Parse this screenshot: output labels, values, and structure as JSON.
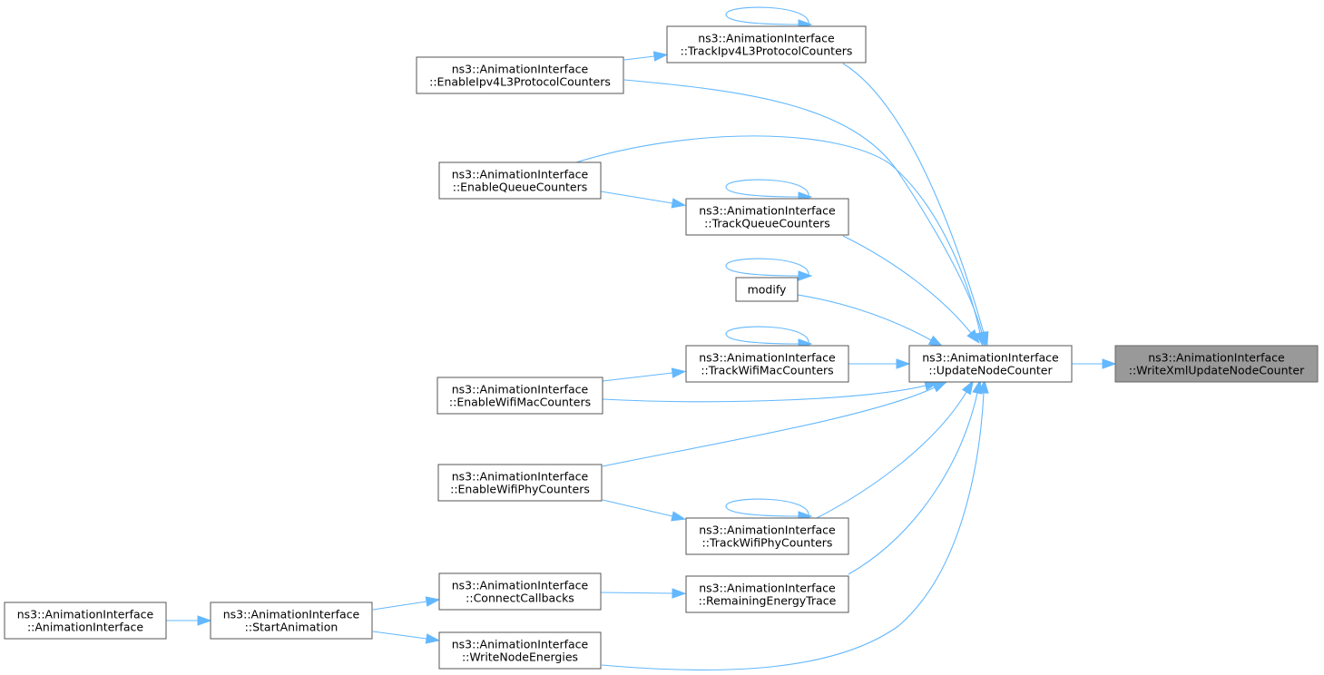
{
  "graph": {
    "nodes": [
      {
        "id": "write_xml",
        "lines": [
          "ns3::AnimationInterface",
          "::WriteXmlUpdateNodeCounter"
        ],
        "highlighted": true
      },
      {
        "id": "update_node_counter",
        "lines": [
          "ns3::AnimationInterface",
          "::UpdateNodeCounter"
        ]
      },
      {
        "id": "track_ipv4",
        "lines": [
          "ns3::AnimationInterface",
          "::TrackIpv4L3ProtocolCounters"
        ]
      },
      {
        "id": "enable_ipv4",
        "lines": [
          "ns3::AnimationInterface",
          "::EnableIpv4L3ProtocolCounters"
        ]
      },
      {
        "id": "enable_queue",
        "lines": [
          "ns3::AnimationInterface",
          "::EnableQueueCounters"
        ]
      },
      {
        "id": "track_queue",
        "lines": [
          "ns3::AnimationInterface",
          "::TrackQueueCounters"
        ]
      },
      {
        "id": "modify",
        "lines": [
          "modify"
        ]
      },
      {
        "id": "track_wifimac",
        "lines": [
          "ns3::AnimationInterface",
          "::TrackWifiMacCounters"
        ]
      },
      {
        "id": "enable_wifimac",
        "lines": [
          "ns3::AnimationInterface",
          "::EnableWifiMacCounters"
        ]
      },
      {
        "id": "enable_wifiphy",
        "lines": [
          "ns3::AnimationInterface",
          "::EnableWifiPhyCounters"
        ]
      },
      {
        "id": "track_wifiphy",
        "lines": [
          "ns3::AnimationInterface",
          "::TrackWifiPhyCounters"
        ]
      },
      {
        "id": "connect_callbacks",
        "lines": [
          "ns3::AnimationInterface",
          "::ConnectCallbacks"
        ]
      },
      {
        "id": "remaining_energy",
        "lines": [
          "ns3::AnimationInterface",
          "::RemainingEnergyTrace"
        ]
      },
      {
        "id": "animation_interface",
        "lines": [
          "ns3::AnimationInterface",
          "::AnimationInterface"
        ]
      },
      {
        "id": "start_animation",
        "lines": [
          "ns3::AnimationInterface",
          "::StartAnimation"
        ]
      },
      {
        "id": "write_node_energies",
        "lines": [
          "ns3::AnimationInterface",
          "::WriteNodeEnergies"
        ]
      }
    ],
    "edges": [
      {
        "from": "update_node_counter",
        "to": "write_xml"
      },
      {
        "from": "track_ipv4",
        "to": "update_node_counter"
      },
      {
        "from": "enable_ipv4",
        "to": "update_node_counter"
      },
      {
        "from": "enable_ipv4",
        "to": "track_ipv4"
      },
      {
        "from": "track_ipv4",
        "to": "track_ipv4"
      },
      {
        "from": "enable_queue",
        "to": "update_node_counter"
      },
      {
        "from": "enable_queue",
        "to": "track_queue"
      },
      {
        "from": "track_queue",
        "to": "track_queue"
      },
      {
        "from": "track_queue",
        "to": "update_node_counter"
      },
      {
        "from": "modify",
        "to": "modify"
      },
      {
        "from": "modify",
        "to": "update_node_counter"
      },
      {
        "from": "track_wifimac",
        "to": "track_wifimac"
      },
      {
        "from": "track_wifimac",
        "to": "update_node_counter"
      },
      {
        "from": "enable_wifimac",
        "to": "track_wifimac"
      },
      {
        "from": "enable_wifimac",
        "to": "update_node_counter"
      },
      {
        "from": "enable_wifiphy",
        "to": "update_node_counter"
      },
      {
        "from": "enable_wifiphy",
        "to": "track_wifiphy"
      },
      {
        "from": "track_wifiphy",
        "to": "track_wifiphy"
      },
      {
        "from": "track_wifiphy",
        "to": "update_node_counter"
      },
      {
        "from": "remaining_energy",
        "to": "update_node_counter"
      },
      {
        "from": "connect_callbacks",
        "to": "remaining_energy"
      },
      {
        "from": "write_node_energies",
        "to": "update_node_counter"
      },
      {
        "from": "start_animation",
        "to": "connect_callbacks"
      },
      {
        "from": "start_animation",
        "to": "write_node_energies"
      },
      {
        "from": "animation_interface",
        "to": "start_animation"
      }
    ],
    "colors": {
      "edge": "#63b8ff",
      "node_border": "#555555",
      "node_fill": "#ffffff",
      "highlight_fill": "#999999"
    }
  }
}
